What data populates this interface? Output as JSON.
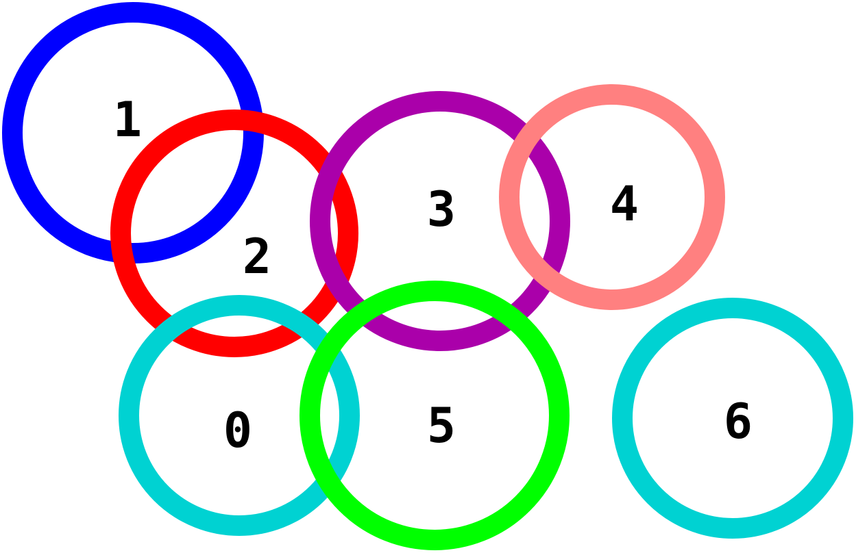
{
  "diagram": {
    "rings": [
      {
        "id": "ring-1",
        "label": "1",
        "color": "#0000ff"
      },
      {
        "id": "ring-2",
        "label": "2",
        "color": "#ff0000"
      },
      {
        "id": "ring-3",
        "label": "3",
        "color": "#aa00aa"
      },
      {
        "id": "ring-4",
        "label": "4",
        "color": "#ff8080"
      },
      {
        "id": "ring-0",
        "label": "0",
        "color": "#00d2d2"
      },
      {
        "id": "ring-5",
        "label": "5",
        "color": "#00ff00"
      },
      {
        "id": "ring-6",
        "label": "6",
        "color": "#00d2d2"
      }
    ]
  }
}
